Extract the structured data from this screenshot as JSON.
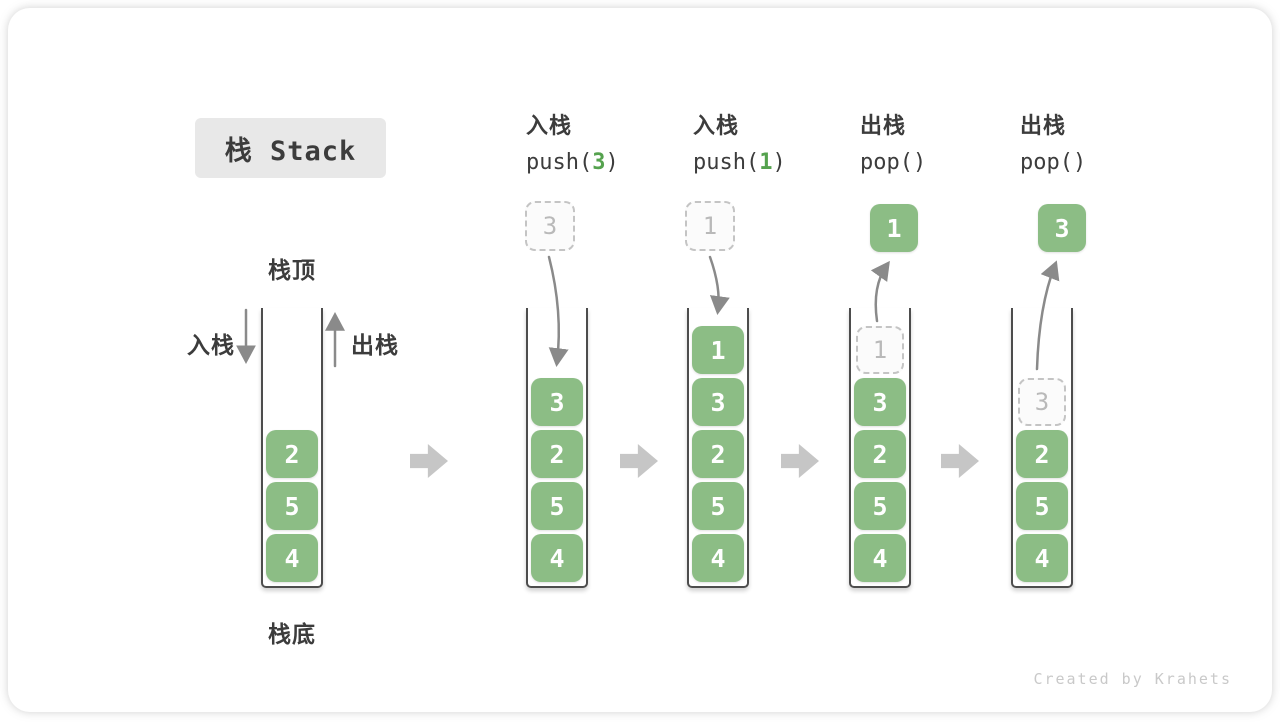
{
  "title": "栈 Stack",
  "side_labels": {
    "stack_top": "栈顶",
    "stack_bottom": "栈底",
    "push": "入栈",
    "pop": "出栈"
  },
  "operations": [
    {
      "action": "入栈",
      "code_pre": "push(",
      "code_arg": "3",
      "code_post": ")"
    },
    {
      "action": "入栈",
      "code_pre": "push(",
      "code_arg": "1",
      "code_post": ")"
    },
    {
      "action": "出栈",
      "code_pre": "pop(",
      "code_arg": "",
      "code_post": ")"
    },
    {
      "action": "出栈",
      "code_pre": "pop(",
      "code_arg": "",
      "code_post": ")"
    }
  ],
  "stacks": [
    {
      "blocks": [
        "2",
        "5",
        "4"
      ]
    },
    {
      "blocks": [
        "3",
        "2",
        "5",
        "4"
      ],
      "floating": "3"
    },
    {
      "blocks": [
        "1",
        "3",
        "2",
        "5",
        "4"
      ],
      "floating": "1"
    },
    {
      "blocks": [
        "3",
        "2",
        "5",
        "4"
      ],
      "ghost": "1",
      "floating": "1"
    },
    {
      "blocks": [
        "2",
        "5",
        "4"
      ],
      "ghost": "3",
      "floating": "3"
    }
  ],
  "footer": "Created by Krahets",
  "colors": {
    "block_green": "#8cbd85",
    "code_green": "#55a24e",
    "text_dark": "#3c3c3c",
    "curve_arrow_gray": "#8a8a8a",
    "step_arrow_gray": "#c6c6c6",
    "title_bg": "#e8e8e8"
  }
}
